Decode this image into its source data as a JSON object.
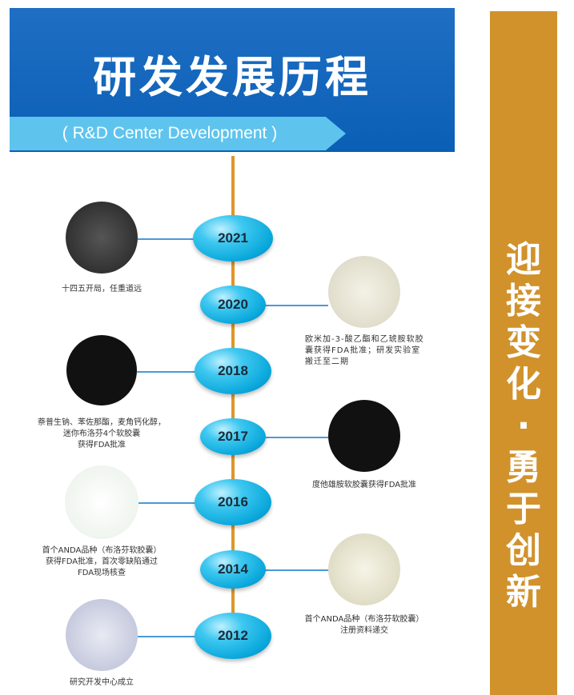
{
  "header": {
    "title": "研发发展历程",
    "subtitle": "( R&D Center Development )"
  },
  "side": {
    "slogan_top": "迎接变化",
    "dot": "·",
    "slogan_bottom": "勇于创新"
  },
  "colors": {
    "header_blue": "#0a5fb5",
    "strip": "#5ec4ee",
    "side": "#d1922c",
    "spine": "#e0962a"
  },
  "events": [
    {
      "year": "2021",
      "text": [
        "十四五开局，任重道远"
      ]
    },
    {
      "year": "2020",
      "text": [
        "欧米加-3-酸乙酯和乙琥胺软胶",
        "囊获得FDA批准；研发实验室",
        "搬迁至二期"
      ]
    },
    {
      "year": "2018",
      "text": [
        "萘普生钠、苯佐那酯，麦角钙化醇，",
        "迷你布洛芬4个软胶囊",
        "获得FDA批准"
      ]
    },
    {
      "year": "2017",
      "text": [
        "度他雄胺软胶囊获得FDA批准"
      ]
    },
    {
      "year": "2016",
      "text": [
        "首个ANDA品种（布洛芬软胶囊）",
        "获得FDA批准，首次零缺陷通过",
        "FDA现场核查"
      ]
    },
    {
      "year": "2014",
      "text": [
        "首个ANDA品种（布洛芬软胶囊）",
        "注册资料递交"
      ]
    },
    {
      "year": "2012",
      "text": [
        "研究开发中心成立"
      ]
    }
  ]
}
